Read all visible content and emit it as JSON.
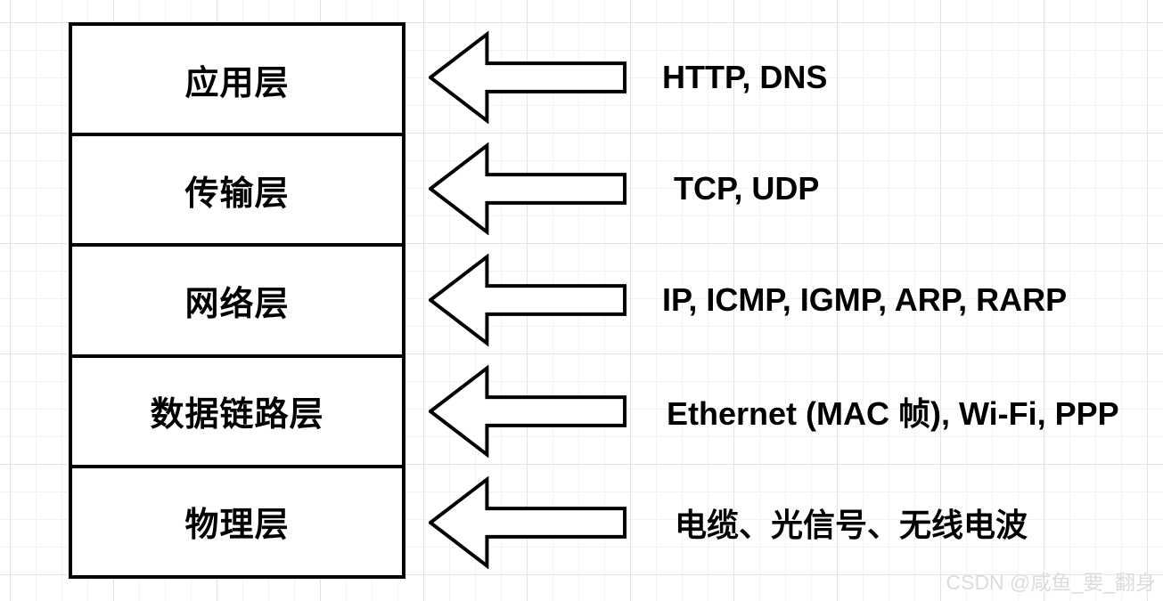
{
  "diagram": {
    "type": "network-layer-model",
    "layers": [
      {
        "label": "应用层",
        "protocols": "HTTP, DNS"
      },
      {
        "label": "传输层",
        "protocols": "TCP, UDP"
      },
      {
        "label": "网络层",
        "protocols": "IP, ICMP, IGMP, ARP, RARP"
      },
      {
        "label": "数据链路层",
        "protocols": "Ethernet (MAC 帧), Wi-Fi, PPP"
      },
      {
        "label": "物理层",
        "protocols": "电缆、光信号、无线电波"
      }
    ]
  },
  "icons": {
    "arrow": "left-block-arrow"
  },
  "colors": {
    "box_border": "#000000",
    "text": "#000000",
    "arrow_fill": "#ffffff",
    "arrow_stroke": "#000000",
    "grid_minor": "#f2f2f2",
    "grid_major": "#e3e3e3",
    "watermark": "#dcdcdc",
    "background": "#ffffff"
  },
  "watermark": {
    "text": "CSDN @咸鱼_要_翻身"
  }
}
